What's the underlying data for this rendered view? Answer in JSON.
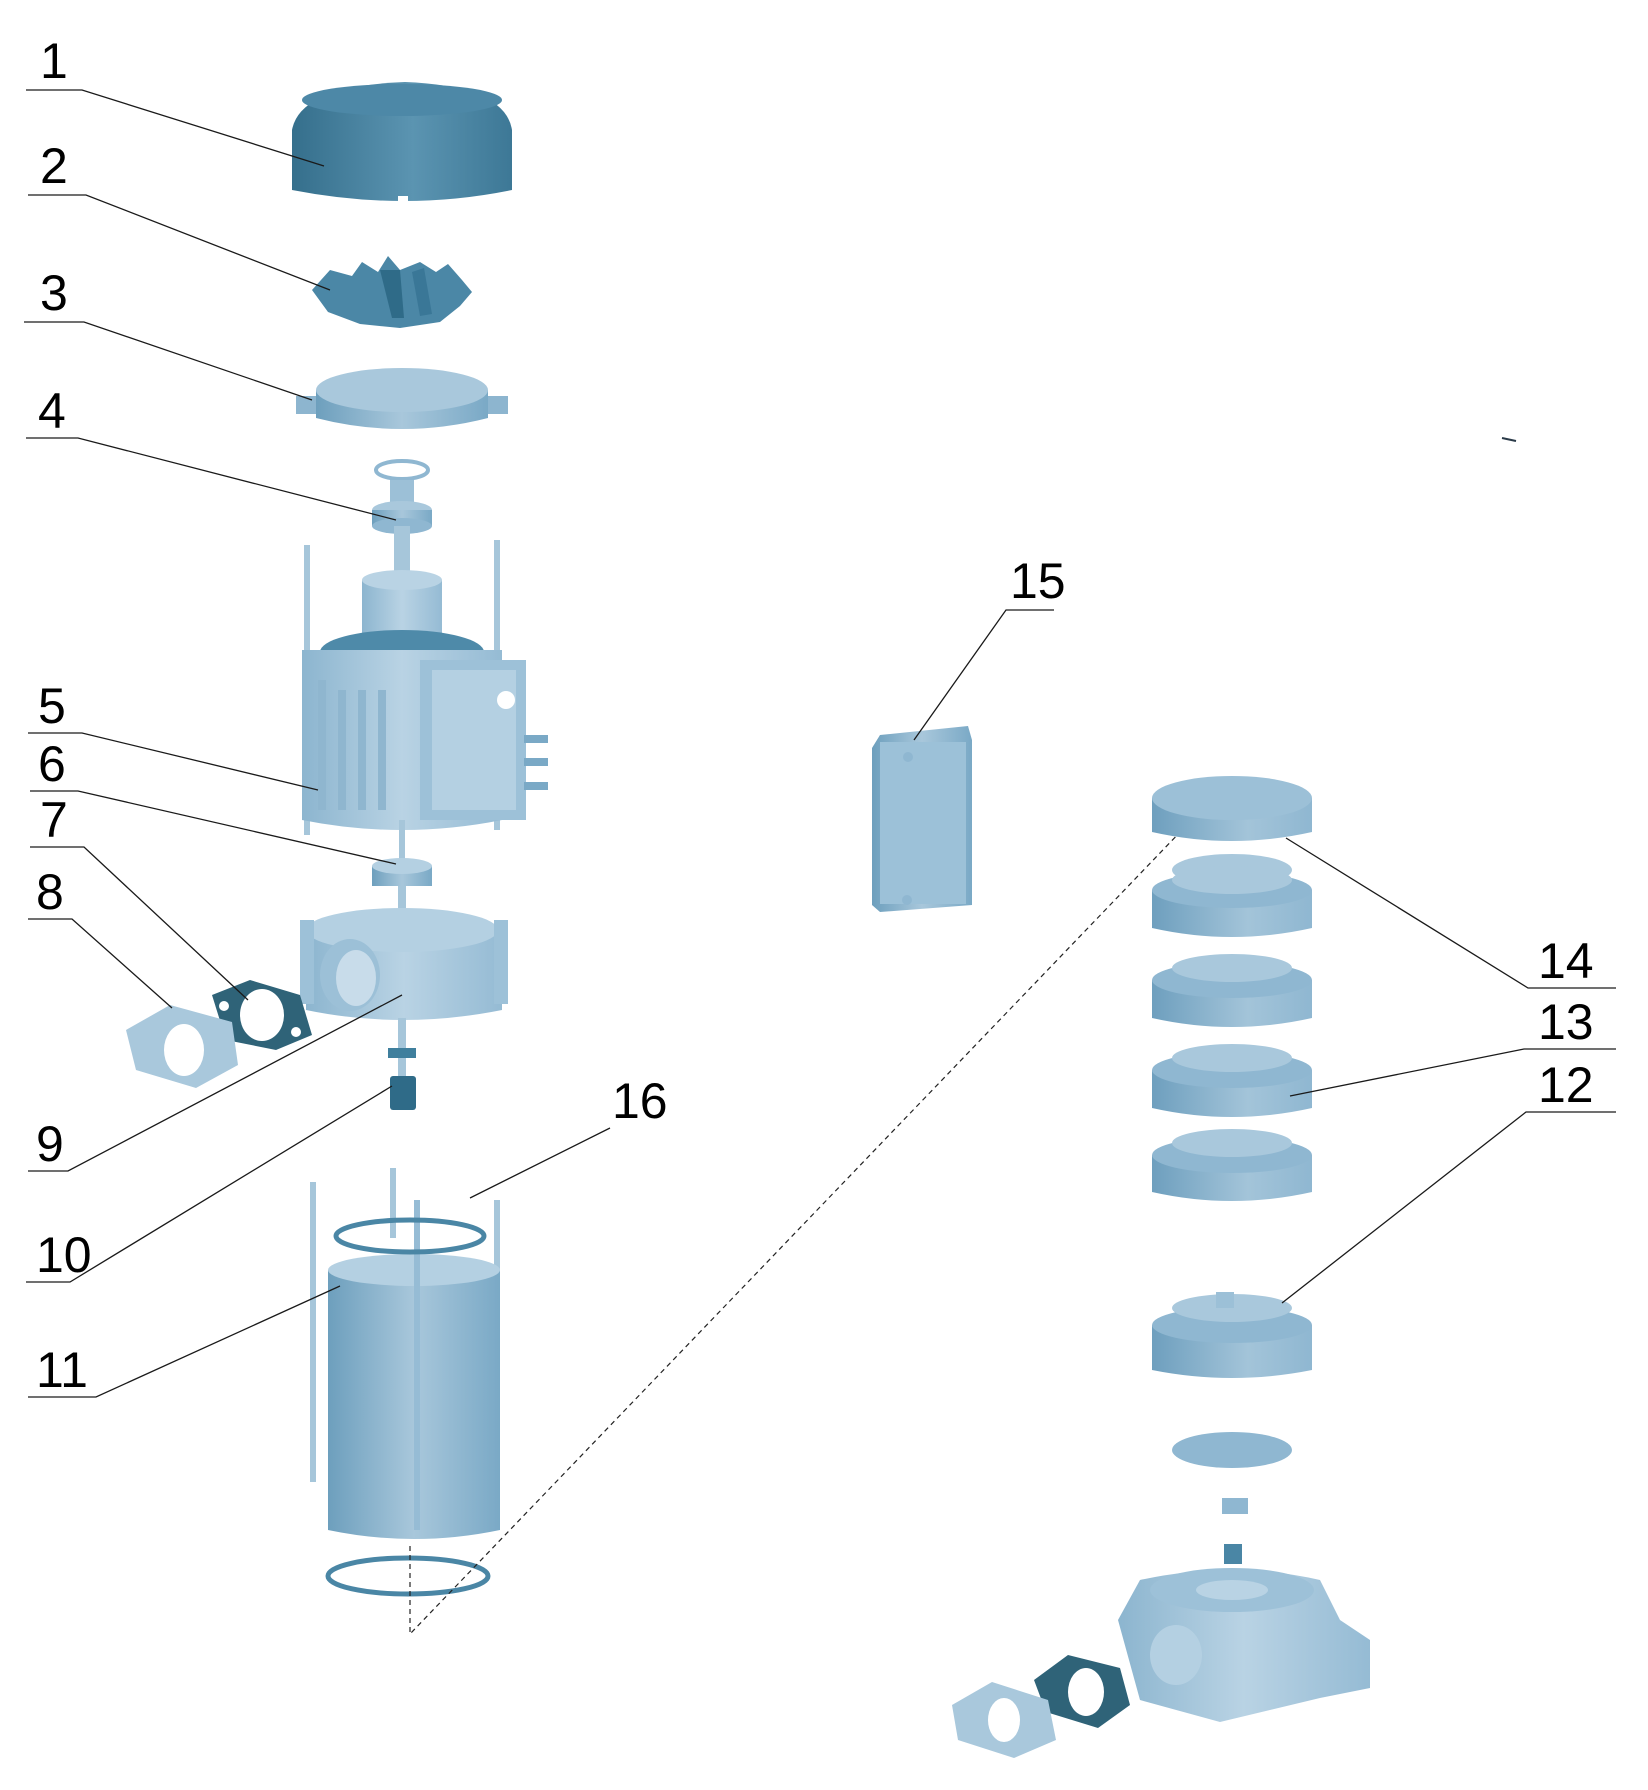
{
  "diagram": {
    "type": "exploded-parts-view",
    "subject": "vertical multistage centrifugal pump",
    "colors": {
      "background": "#ffffff",
      "part_dark": "#3f7f9d",
      "part_mid": "#6fa3c2",
      "part_light": "#a9c8dc",
      "gasket": "#2f6378",
      "leader_line": "#1a1a1a",
      "label_text": "#000000"
    },
    "callouts": [
      {
        "id": "1",
        "label": "1",
        "part": "fan-cover"
      },
      {
        "id": "2",
        "label": "2",
        "part": "cooling-fan"
      },
      {
        "id": "3",
        "label": "3",
        "part": "motor-end-cover"
      },
      {
        "id": "4",
        "label": "4",
        "part": "upper-bearing"
      },
      {
        "id": "5",
        "label": "5",
        "part": "motor-body"
      },
      {
        "id": "6",
        "label": "6",
        "part": "lower-bearing"
      },
      {
        "id": "7",
        "label": "7",
        "part": "flange-gasket"
      },
      {
        "id": "8",
        "label": "8",
        "part": "flange"
      },
      {
        "id": "9",
        "label": "9",
        "part": "pump-head"
      },
      {
        "id": "10",
        "label": "10",
        "part": "mechanical-seal"
      },
      {
        "id": "11",
        "label": "11",
        "part": "outer-sleeve"
      },
      {
        "id": "12",
        "label": "12",
        "part": "impeller-stage-bottom"
      },
      {
        "id": "13",
        "label": "13",
        "part": "impeller"
      },
      {
        "id": "14",
        "label": "14",
        "part": "diffuser-chamber"
      },
      {
        "id": "15",
        "label": "15",
        "part": "terminal-box"
      },
      {
        "id": "16",
        "label": "16",
        "part": "o-ring"
      }
    ]
  }
}
